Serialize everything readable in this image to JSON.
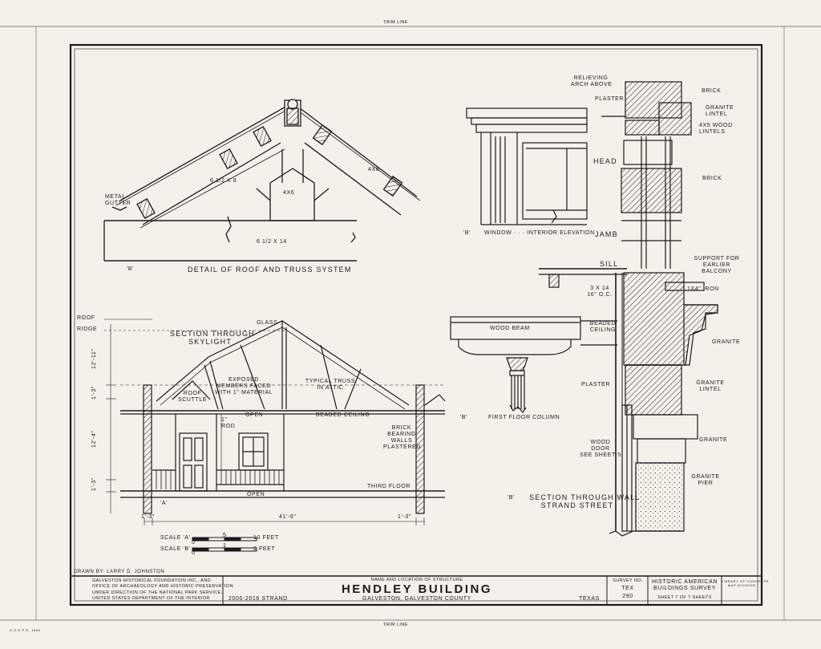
{
  "trim_line_top": "TRIM LINE",
  "trim_line_bottom": "TRIM LINE",
  "roof_detail": {
    "title": "DETAIL OF ROOF AND TRUSS SYSTEM",
    "scale_mark": "'B'",
    "metal_gutter": "METAL GUTTER",
    "rafter_left": "6 1/2 X 8",
    "rafter_right": "4X6",
    "post": "4X6",
    "tie_beam": "6 1/2 X 14"
  },
  "window_elevation": {
    "title": "WINDOW · · · INTERIOR ELEVATION",
    "scale_mark": "'B'"
  },
  "wall_section": {
    "title_1": "SECTION THROUGH WALL",
    "title_2": "STRAND STREET",
    "scale_mark": "'B'",
    "relieving_arch_1": "RELIEVING",
    "relieving_arch_2": "ARCH ABOVE",
    "plaster_top": "PLASTER",
    "brick_top": "BRICK",
    "granite_lintel_top_1": "GRANITE",
    "granite_lintel_top_2": "LINTEL",
    "wood_lintels_1": "4X5 WOOD",
    "wood_lintels_2": "LINTELS",
    "head": "HEAD",
    "brick_mid": "BRICK",
    "jamb": "JAMB",
    "sill": "SILL",
    "balcony_1": "SUPPORT FOR",
    "balcony_2": "EARLIER",
    "balcony_3": "BALCONY",
    "iron": "1X4\" IRON",
    "joist_1": "3 X 14",
    "joist_2": "16\" O.C.",
    "granite_cornice": "GRANITE",
    "plaster_low": "PLASTER",
    "granite_lintel_low_1": "GRANITE",
    "granite_lintel_low_2": "LINTEL",
    "granite_base": "GRANITE",
    "wood_door_1": "WOOD",
    "wood_door_2": "DOOR",
    "wood_door_3": "SEE SHEET 5",
    "granite_pier_1": "GRANITE",
    "granite_pier_2": "PIER"
  },
  "column_detail": {
    "title": "FIRST FLOOR COLUMN",
    "scale_mark": "'B'",
    "wood_beam": "WOOD BEAM",
    "beaded_ceiling_1": "BEADED",
    "beaded_ceiling_2": "CEILING"
  },
  "skylight_section": {
    "title_1": "SECTION THROUGH",
    "title_2": "SKYLIGHT",
    "scale_mark": "'A'",
    "roof": "ROOF",
    "ridge": "RIDGE",
    "glass": "GLASS",
    "exposed_1": "EXPOSED",
    "exposed_2": "MEMBERS FACED",
    "exposed_3": "WITH 1\" MATERIAL",
    "typical_truss_1": "TYPICAL TRUSS",
    "typical_truss_2": "IN ATTIC",
    "roof_scuttle_1": "ROOF",
    "roof_scuttle_2": "SCUTTLE",
    "rod_1": "1\"",
    "rod_2": "ROD",
    "open_upper": "OPEN",
    "beaded_ceiling": "BEADED CEILING",
    "brick_walls_1": "BRICK",
    "brick_walls_2": "BEARING",
    "brick_walls_3": "WALLS",
    "brick_walls_4": "PLASTERED",
    "third_floor": "THIRD FLOOR",
    "open_lower": "OPEN",
    "dim_height_1": "12'-11\"",
    "dim_height_2": "1'-3\"",
    "dim_height_3": "12'-4\"",
    "dim_height_4": "1'-3\"",
    "dim_left": "1'-3\"",
    "dim_mid": "41'-6\"",
    "dim_right": "1'-3\""
  },
  "scales": {
    "scale_a": "SCALE 'A'",
    "scale_a_zero": "0",
    "scale_a_mid": "5",
    "scale_a_end": "10 FEET",
    "scale_b": "SCALE 'B'",
    "scale_b_zero": "0",
    "scale_b_mid": "1",
    "scale_b_end": "2 FEET"
  },
  "title_block": {
    "drawn_by": "DRAWN BY: LARRY D. JOHNSTON",
    "org_1": "GALVESTON HISTORICAL FOUNDATION INC., AND",
    "org_2": "OFFICE OF ARCHAEOLOGY AND HISTORIC PRESERVATION",
    "org_3": "UNDER DIRECTION OF THE NATIONAL PARK SERVICE,",
    "org_4": "UNITED STATES DEPARTMENT OF THE INTERIOR",
    "name_location": "NAME AND LOCATION OF STRUCTURE",
    "building_name": "HENDLEY BUILDING",
    "address": "2000-2016 STRAND",
    "city_county": "GALVESTON, GALVESTON COUNTY",
    "state": "TEXAS",
    "survey_no_label": "SURVEY NO.",
    "survey_state": "TEX",
    "survey_number": "290",
    "habs_1": "HISTORIC AMERICAN",
    "habs_2": "BUILDINGS SURVEY",
    "sheet": "SHEET 7 OF 7 SHEETS",
    "library_1": "LIBRARY OF CONGRESS",
    "library_2": "MAP DIVISION",
    "printer_mark": "U.S.G.P.O. 1969"
  }
}
